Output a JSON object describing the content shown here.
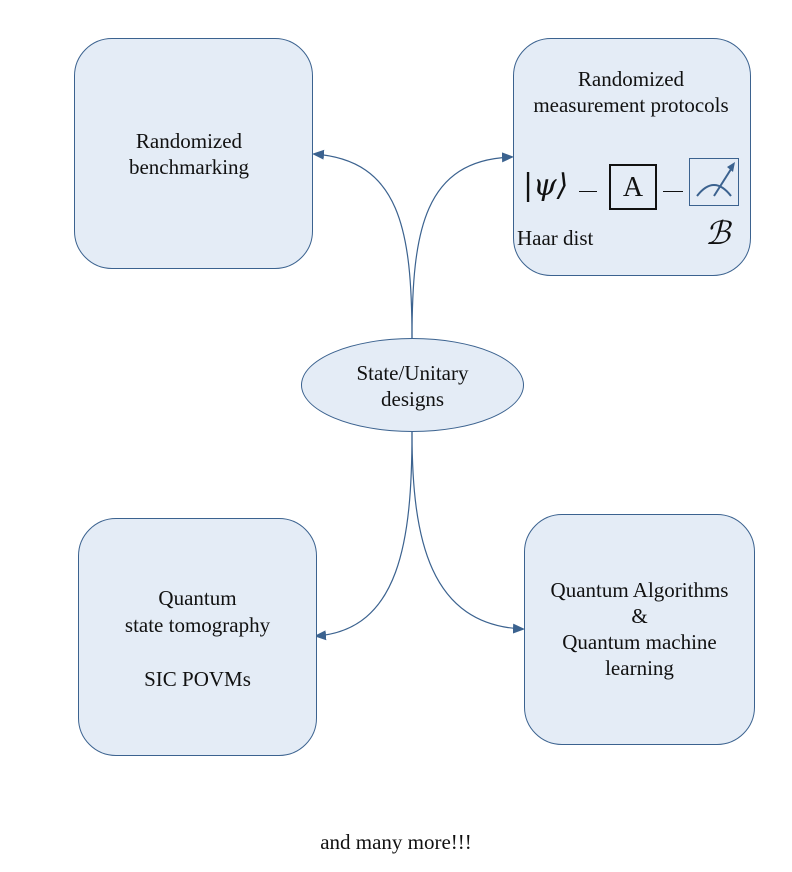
{
  "nodes": {
    "center": {
      "lines": [
        "State/Unitary",
        "designs"
      ]
    },
    "benchmarking": {
      "lines": [
        "Randomized",
        "benchmarking"
      ]
    },
    "measurement": {
      "lines": [
        "Randomized",
        "measurement protocols"
      ]
    },
    "tomography": {
      "lines": [
        "Quantum",
        "state tomography",
        "",
        "SIC POVMs"
      ]
    },
    "algorithms": {
      "lines": [
        "Quantum Algorithms",
        "&",
        "Quantum machine",
        "learning"
      ]
    }
  },
  "circuit": {
    "state": "|ψ⟩",
    "gate": "A",
    "dist_label": "Haar dist",
    "basis": "ℬ"
  },
  "footer": "and many more!!!",
  "colors": {
    "box_fill": "#e4ecf6",
    "edge": "#3b628f"
  }
}
